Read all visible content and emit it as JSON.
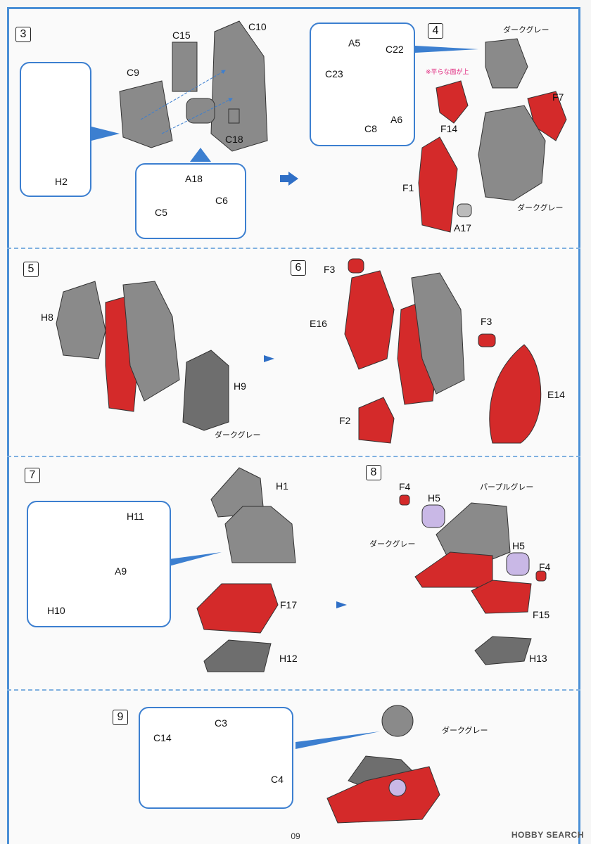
{
  "colors": {
    "frame": "#4a8fd6",
    "gray": "#8a8a8a",
    "dark_gray": "#6e6e6e",
    "red": "#d42a2a",
    "purple": "#c9b8e6"
  },
  "steps": [
    {
      "num": "3",
      "labels": [
        "C15",
        "C10",
        "C9",
        "C18",
        "H2",
        "A18",
        "C5",
        "C6"
      ]
    },
    {
      "num": "4",
      "labels": [
        "A5",
        "C22",
        "C23",
        "C8",
        "A6",
        "ダークグレー",
        "F14",
        "F7",
        "F1",
        "ダークグレー",
        "A17"
      ],
      "note": "※平らな面が上"
    },
    {
      "num": "5",
      "labels": [
        "H8",
        "H9",
        "ダークグレー"
      ]
    },
    {
      "num": "6",
      "labels": [
        "F3",
        "E16",
        "F3",
        "E14",
        "F2"
      ]
    },
    {
      "num": "7",
      "labels": [
        "H11",
        "A9",
        "H10",
        "H1",
        "F17",
        "H12"
      ]
    },
    {
      "num": "8",
      "labels": [
        "F4",
        "H5",
        "パープルグレー",
        "ダークグレー",
        "H5",
        "F4",
        "F15",
        "H13"
      ]
    },
    {
      "num": "9",
      "labels": [
        "C3",
        "C14",
        "C4",
        "ダークグレー"
      ]
    }
  ],
  "footer": {
    "page": "09",
    "brand": "HOBBY SEARCH"
  }
}
